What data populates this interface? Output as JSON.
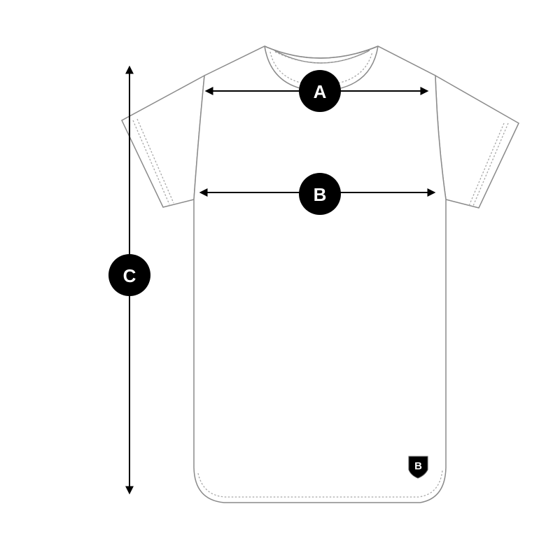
{
  "diagram": {
    "type": "garment-size-guide",
    "subject": "t-shirt",
    "colors": {
      "background": "#ffffff",
      "outline": "#8a8a8a",
      "stitch": "#a8a8a8",
      "measure": "#000000",
      "badge_fill": "#000000",
      "badge_text": "#ffffff"
    },
    "measurements": [
      {
        "id": "A",
        "label": "A",
        "orientation": "horizontal",
        "description": "chest width at shoulders"
      },
      {
        "id": "B",
        "label": "B",
        "orientation": "horizontal",
        "description": "body width at armpits"
      },
      {
        "id": "C",
        "label": "C",
        "orientation": "vertical",
        "description": "total length"
      }
    ],
    "logo": {
      "label": "B",
      "shape": "shield"
    }
  }
}
